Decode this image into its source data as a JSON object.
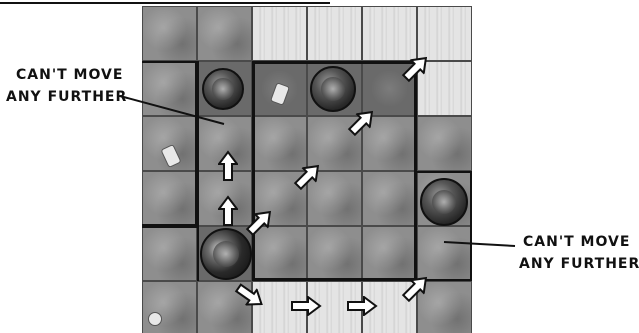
{
  "callouts": {
    "left": {
      "line1": "CAN'T MOVE",
      "line2": "ANY FURTHER"
    },
    "right": {
      "line1": "CAN'T MOVE",
      "line2": "ANY FURTHER"
    }
  },
  "board": {
    "tiles": [
      [
        "mid",
        "mid",
        "light",
        "light",
        "light",
        "light"
      ],
      [
        "mid",
        "dark",
        "dark",
        "dark",
        "dark",
        "light"
      ],
      [
        "mid",
        "mid",
        "mid",
        "mid",
        "mid",
        "mid"
      ],
      [
        "mid",
        "mid",
        "mid",
        "mid",
        "mid",
        "mid"
      ],
      [
        "mid",
        "dark",
        "mid",
        "mid",
        "mid",
        "mid"
      ],
      [
        "mid",
        "mid",
        "light",
        "light",
        "light",
        "mid"
      ]
    ],
    "move_arrows_count": 10
  },
  "icons": {
    "arrow": "move-arrow-icon",
    "token": "character-token-icon",
    "prop": "door-prop-icon"
  },
  "colors": {
    "ink": "#111111",
    "arrow_fill": "#ffffff",
    "board_grey": "#808080"
  }
}
